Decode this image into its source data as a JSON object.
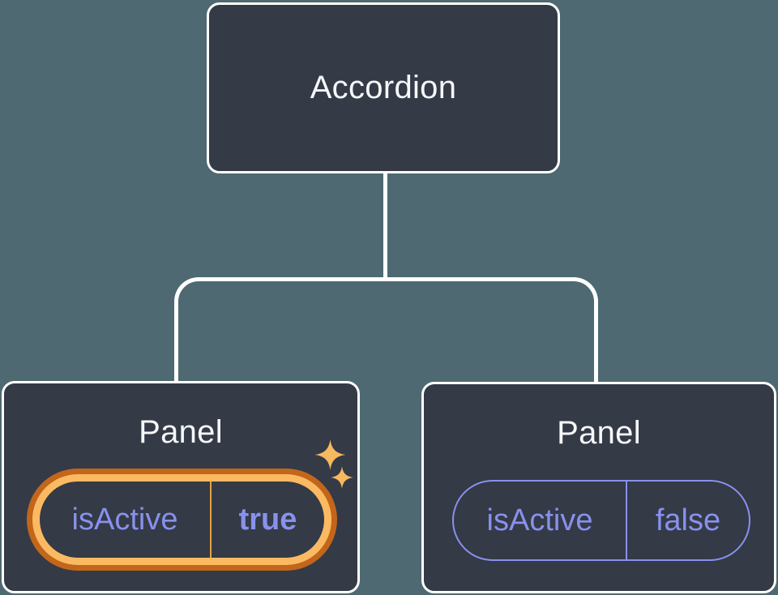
{
  "diagram": {
    "type": "component-tree",
    "background_color": "#4E6971",
    "node_fill": "#343A46",
    "node_border_color": "#FFFFFF",
    "connector_color": "#FFFFFF",
    "root": {
      "label": "Accordion"
    },
    "panels": [
      {
        "title": "Panel",
        "prop_name": "isActive",
        "prop_value": "true",
        "state": "active",
        "highlight_outer_color": "#C2661B",
        "highlight_inner_color": "#FBBA62",
        "divider_color": "#E8A33E",
        "text_color": "#8891EC",
        "decoration": "sparkles-icon"
      },
      {
        "title": "Panel",
        "prop_name": "isActive",
        "prop_value": "false",
        "state": "inactive",
        "outline_color": "#8891EC",
        "divider_color": "#8891EC",
        "text_color": "#8891EC"
      }
    ],
    "sparkle_color": "#F7B95E"
  }
}
